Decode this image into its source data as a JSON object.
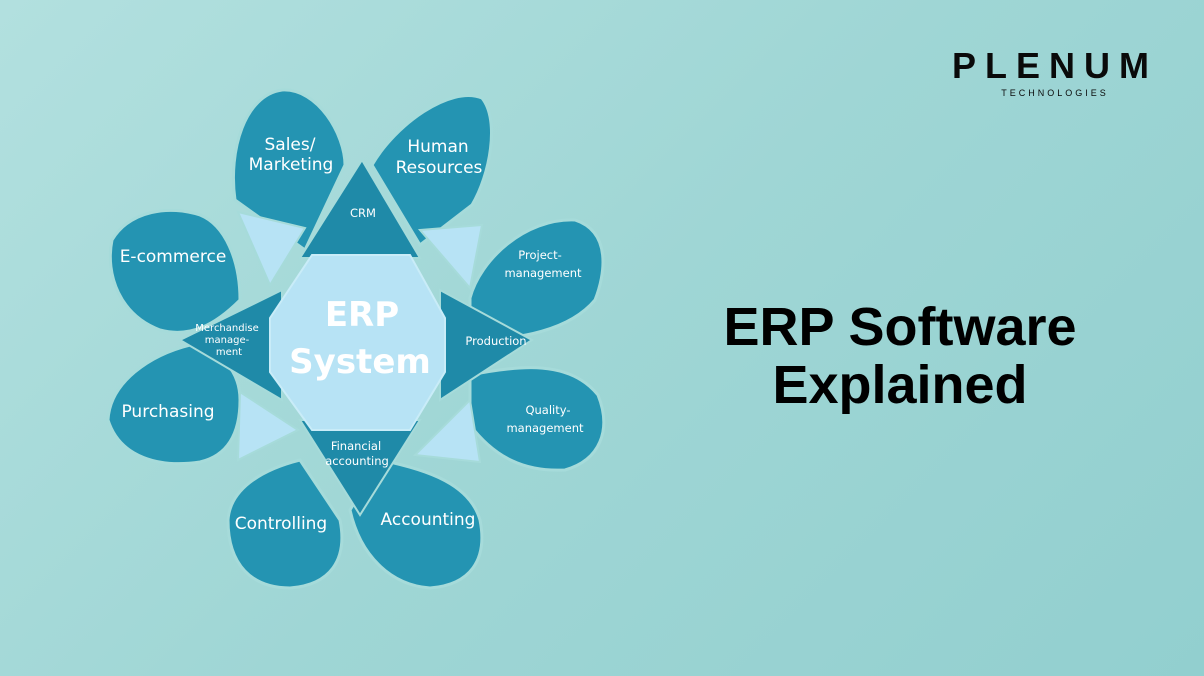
{
  "brand": {
    "name": "PLENUM",
    "sub": "TECHNOLOGIES"
  },
  "headline": {
    "line1": "ERP Software",
    "line2": "Explained"
  },
  "diagram": {
    "center": {
      "line1": "ERP",
      "line2": "System"
    },
    "petals": {
      "sales": [
        "Sales/",
        "Marketing"
      ],
      "hr": [
        "Human",
        "Resources"
      ],
      "project": [
        "Project-",
        "management"
      ],
      "quality": [
        "Quality-",
        "management"
      ],
      "accounting": [
        "Accounting"
      ],
      "controlling": [
        "Controlling"
      ],
      "purchasing": [
        "Purchasing"
      ],
      "ecommerce": [
        "E-commerce"
      ]
    },
    "inner": {
      "crm": [
        "CRM"
      ],
      "production": [
        "Production"
      ],
      "financial": [
        "Financial",
        "accounting"
      ],
      "merchandise": [
        "Merchandise",
        "manage-",
        "ment"
      ]
    }
  },
  "colors": {
    "petal": "#2494b2",
    "inner_light": "#b7e3f5",
    "background": "#a6dbda"
  }
}
